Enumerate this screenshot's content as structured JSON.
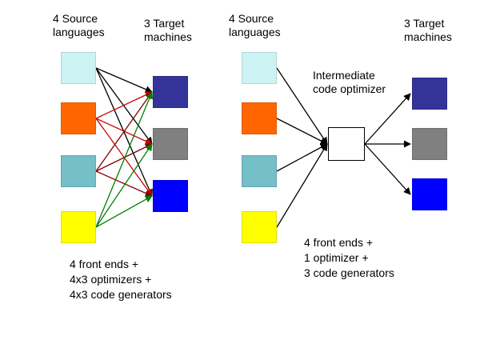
{
  "colors": {
    "source_boxes": [
      "#ccf2f4",
      "#ff6600",
      "#74bfc8",
      "#ffff00"
    ],
    "target_boxes": [
      "#333399",
      "#808080",
      "#0000ff"
    ],
    "optimizer_box": "#ffffff",
    "edges_from_source_1": "#000000",
    "edges_from_source_2": "#cc0000",
    "edges_from_source_3": "#800000",
    "edges_from_source_4": "#008000"
  },
  "left_diagram": {
    "source_heading": "4 Source\nlanguages",
    "target_heading": "3 Target\nmachines",
    "caption": "4 front ends +\n4x3 optimizers +\n4x3 code generators"
  },
  "right_diagram": {
    "source_heading": "4 Source\nlanguages",
    "target_heading": "3 Target\nmachines",
    "optimizer_label": "Intermediate\ncode optimizer",
    "caption": "4 front ends +\n1 optimizer +\n3 code generators"
  }
}
